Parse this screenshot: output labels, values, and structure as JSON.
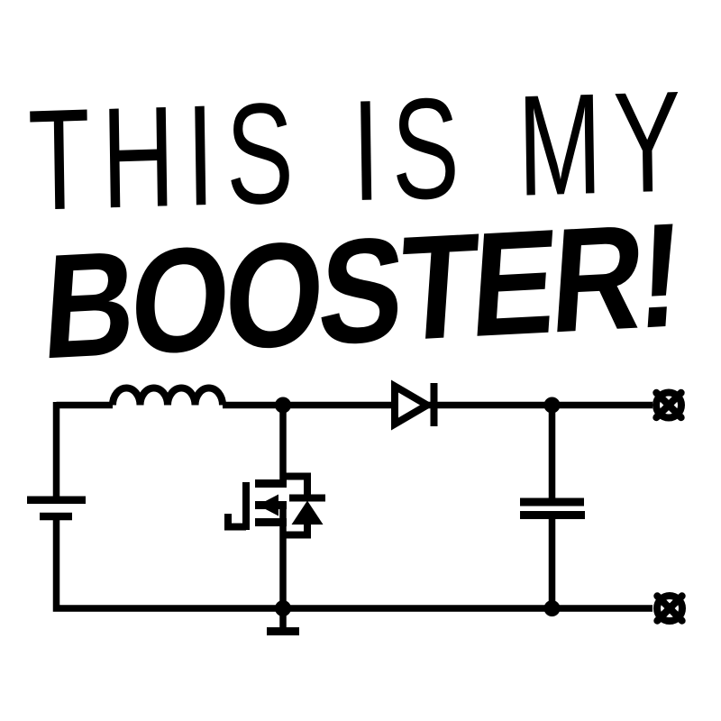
{
  "poster": {
    "background_color": "#ffffff",
    "ink_color": "#000000",
    "title": {
      "line1": "THIS IS MY",
      "line2": "BOOSTER!"
    },
    "circuit": {
      "type": "boost-converter-schematic",
      "components": [
        {
          "name": "battery-voltage-source",
          "symbol": "single-cell-battery-icon",
          "position": "left"
        },
        {
          "name": "inductor",
          "symbol": "four-hump-coil-icon",
          "position": "top-left"
        },
        {
          "name": "switch-transistor",
          "symbol": "n-mosfet-with-body-diode-icon",
          "position": "center"
        },
        {
          "name": "rectifier-diode",
          "symbol": "diode-right-icon",
          "position": "top-center"
        },
        {
          "name": "output-capacitor",
          "symbol": "parallel-plates-icon",
          "position": "right"
        },
        {
          "name": "ground",
          "symbol": "ground-stub-icon",
          "position": "bottom-center"
        },
        {
          "name": "output-terminal-top",
          "symbol": "crossed-circle-icon",
          "position": "top-right"
        },
        {
          "name": "output-terminal-bottom",
          "symbol": "crossed-circle-icon",
          "position": "bottom-right"
        }
      ],
      "junction_dots": 4
    }
  }
}
